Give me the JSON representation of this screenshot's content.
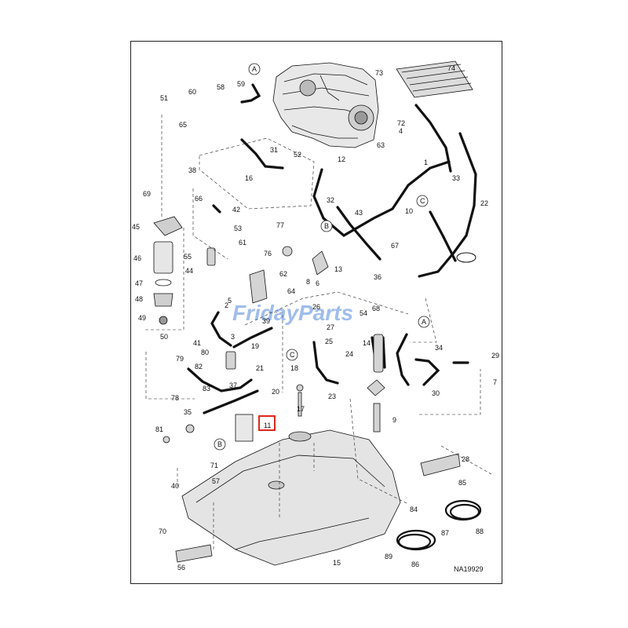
{
  "diagram": {
    "reference": "NA19929",
    "watermark": "FridayParts",
    "highlighted": "11",
    "highlight_color": "#e0261b",
    "circle_labels": [
      "A",
      "B",
      "C"
    ],
    "callouts": [
      "1",
      "2",
      "3",
      "4",
      "5",
      "6",
      "7",
      "8",
      "9",
      "10",
      "11",
      "12",
      "13",
      "14",
      "15",
      "16",
      "17",
      "18",
      "19",
      "20",
      "21",
      "22",
      "23",
      "24",
      "25",
      "26",
      "27",
      "28",
      "29",
      "30",
      "31",
      "32",
      "33",
      "34",
      "35",
      "36",
      "37",
      "38",
      "39",
      "40",
      "41",
      "42",
      "43",
      "44",
      "45",
      "46",
      "47",
      "48",
      "49",
      "50",
      "51",
      "52",
      "53",
      "54",
      "55",
      "56",
      "57",
      "58",
      "59",
      "60",
      "61",
      "62",
      "63",
      "64",
      "65",
      "66",
      "67",
      "68",
      "69",
      "70",
      "71",
      "72",
      "73",
      "74",
      "76",
      "77",
      "78",
      "79",
      "80",
      "81",
      "82",
      "83",
      "84",
      "85",
      "86",
      "87",
      "88",
      "89"
    ]
  }
}
